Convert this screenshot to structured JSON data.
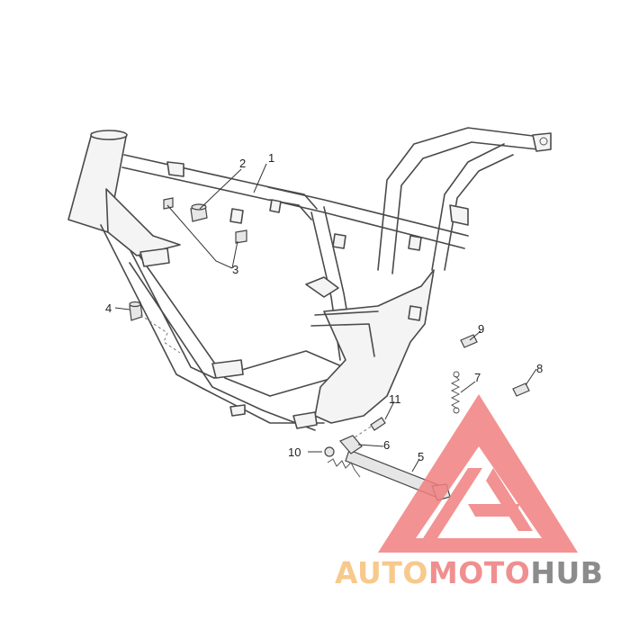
{
  "diagram": {
    "callouts": [
      {
        "id": "c1",
        "label": "1"
      },
      {
        "id": "c2",
        "label": "2"
      },
      {
        "id": "c3",
        "label": "3"
      },
      {
        "id": "c4",
        "label": "4"
      },
      {
        "id": "c5",
        "label": "5"
      },
      {
        "id": "c6",
        "label": "6"
      },
      {
        "id": "c7",
        "label": "7"
      },
      {
        "id": "c8",
        "label": "8"
      },
      {
        "id": "c9",
        "label": "9"
      },
      {
        "id": "c10",
        "label": "10"
      },
      {
        "id": "c11",
        "label": "11"
      }
    ]
  },
  "watermark": {
    "part1": "AUTO",
    "part2": "MOTO",
    "part3": "HUB",
    "colors": {
      "auto": "#f7c98c",
      "moto": "#f08f8f",
      "hub": "#8c8c8c",
      "triangle": "#f07f7f"
    }
  }
}
